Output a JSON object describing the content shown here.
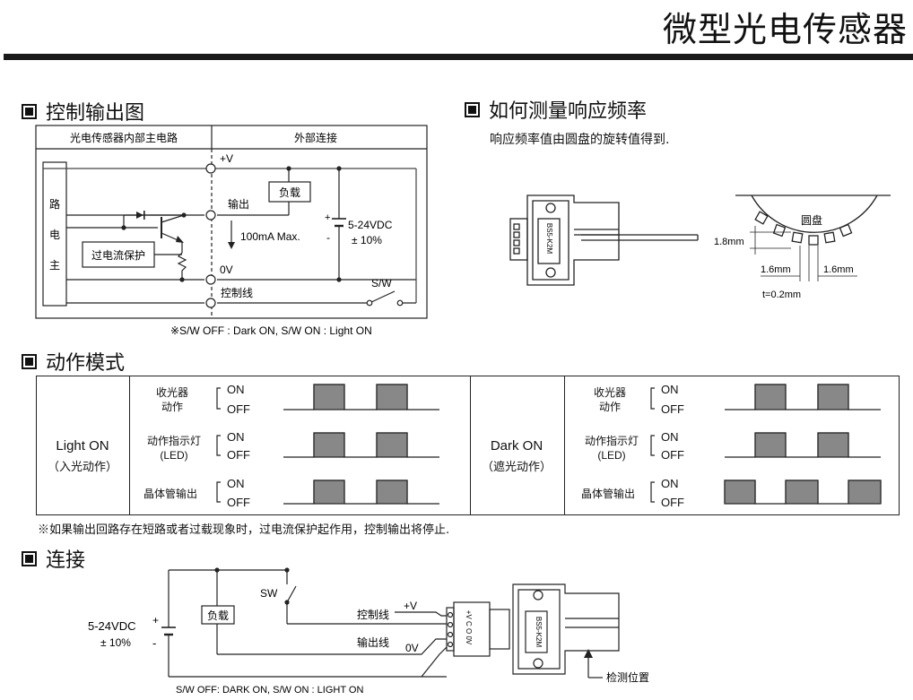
{
  "page_title": "微型光电传感器",
  "sections": {
    "control_output": "控制输出图",
    "response": "如何测量响应频率",
    "operation_mode": "动作模式",
    "connection": "连接"
  },
  "control_diagram": {
    "col_left": "光电传感器内部主电路",
    "col_right": "外部连接",
    "main_circuit": [
      "主",
      "电",
      "路"
    ],
    "overcurrent": "过电流保护",
    "plus_v": "+V",
    "output": "输出",
    "load": "负载",
    "max_current": "100mA Max.",
    "zero_v": "0V",
    "supply": "5-24VDC",
    "tolerance": "± 10%",
    "plus": "+",
    "minus": "-",
    "control_line": "控制线",
    "sw": "S/W",
    "note": "※S/W OFF : Dark ON, S/W ON : Light ON"
  },
  "response": {
    "desc": "响应频率值由圆盘的旋转值得到.",
    "disk": "圆盘",
    "dim_gap": "1.8mm",
    "dim_w1": "1.6mm",
    "dim_w2": "1.6mm",
    "thickness": "t=0.2mm",
    "model": "BS5-K2M"
  },
  "modes": {
    "light_on": "Light ON",
    "light_on_cn": "（入光动作）",
    "dark_on": "Dark ON",
    "dark_on_cn": "（遮光动作）",
    "rows": [
      {
        "label1": "收光器",
        "label2": "动作"
      },
      {
        "label1": "动作指示灯",
        "label2": "(LED)"
      },
      {
        "label1": "晶体管输出",
        "label2": ""
      }
    ],
    "on": "ON",
    "off": "OFF",
    "note": "※如果输出回路存在短路或者过载现象时，过电流保护起作用，控制输出将停止."
  },
  "connection": {
    "supply": "5-24VDC",
    "tolerance": "± 10%",
    "plus": "+",
    "minus": "-",
    "sw": "SW",
    "load": "负载",
    "control_line": "控制线",
    "output_line": "输出线",
    "plus_v": "+V",
    "zero_v": "0V",
    "detect_pos": "检测位置",
    "model": "BS5-K2M",
    "note": "S/W OFF: DARK ON, S/W ON : LIGHT ON"
  }
}
